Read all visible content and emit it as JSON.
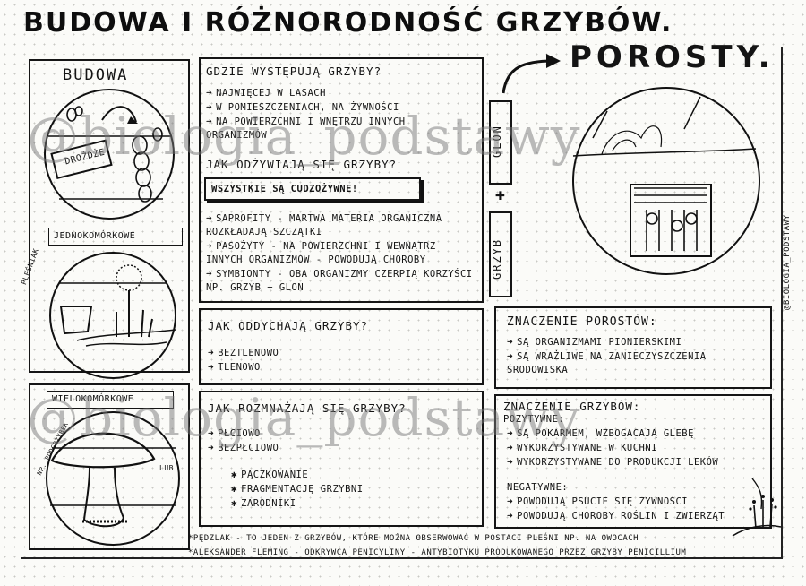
{
  "title": "BUDOWA I RÓŻNORODNOŚĆ GRZYBÓW.",
  "porosty_title": "POROSTY.",
  "budowa": {
    "heading": "BUDOWA",
    "drozdze_label": "DROŻDŻE",
    "jednokomorkowe": "JEDNOKOMÓRKOWE",
    "plesniak": "PLEŚNIAK",
    "wielokomorkowe": "WIELOKOMÓRKOWE",
    "np_podgrzybek": "NP. PODGRZYBEK",
    "lub": "LUB"
  },
  "gdzie": {
    "heading": "GDZIE WYSTĘPUJĄ GRZYBY?",
    "items": [
      "NAJWIĘCEJ W LASACH",
      "W POMIESZCZENIACH, NA ŻYWNOŚCI",
      "NA POWIERZCHNI I WNĘTRZU INNYCH ORGANIZMÓW"
    ]
  },
  "odzywianie": {
    "heading": "JAK ODŻYWIAJĄ SIĘ GRZYBY?",
    "highlight": "WSZYSTKIE SĄ CUDZOŻYWNE!",
    "items": [
      "SAPROFITY - MARTWA MATERIA ORGANICZNA ROZKŁADAJĄ SZCZĄTKI",
      "PASOŻYTY - NA POWIERZCHNI I WEWNĄTRZ INNYCH ORGANIZMÓW - POWODUJĄ CHOROBY",
      "SYMBIONTY - OBA ORGANIZMY CZERPIĄ KORZYŚCI NP. GRZYB + GLON"
    ]
  },
  "oddychanie": {
    "heading": "JAK ODDYCHAJĄ GRZYBY?",
    "items": [
      "BEZTLENOWO",
      "TLENOWO"
    ]
  },
  "rozmnazanie": {
    "heading": "JAK ROZMNAŻAJĄ SIĘ GRZYBY?",
    "items": [
      "PŁCIOWO",
      "BEZPŁCIOWO"
    ],
    "subitems": [
      "PĄCZKOWANIE",
      "FRAGMENTACJĘ GRZYBNI",
      "ZARODNIKI"
    ]
  },
  "porosty": {
    "glon": "GLON",
    "plus": "+",
    "grzyb": "GRZYB"
  },
  "znaczenie_porostow": {
    "heading": "ZNACZENIE POROSTÓW:",
    "items": [
      "SĄ ORGANIZMAMI PIONIERSKIMI",
      "SĄ WRAŻLIWE NA ZANIECZYSZCZENIA ŚRODOWISKA"
    ]
  },
  "znaczenie_grzybow": {
    "heading": "ZNACZENIE GRZYBÓW:",
    "pozytywne_label": "POZYTYWNE:",
    "pozytywne": [
      "SĄ POKARMEM, WZBOGACAJĄ GLEBĘ",
      "WYKORZYSTYWANE W KUCHNI",
      "WYKORZYSTYWANE DO PRODUKCJI LEKÓW"
    ],
    "negatywne_label": "NEGATYWNE:",
    "negatywne": [
      "POWODUJĄ PSUCIE SIĘ ŻYWNOŚCI",
      "POWODUJĄ CHOROBY ROŚLIN I ZWIERZĄT"
    ]
  },
  "footnotes": [
    "*PĘDZLAK - TO JEDEN Z GRZYBÓW, KTÓRE MOŻNA OBSERWOWAĆ W POSTACI PLEŚNI NP. NA OWOCACH",
    "*ALEKSANDER FLEMING - ODKRYWCA PENICYLINY - ANTYBIOTYKU PRODUKOWANEGO PRZEZ GRZYBY PENICILLIUM"
  ],
  "side_handle": "@biologia_podstawy",
  "watermark": "@biologia_podstawy"
}
